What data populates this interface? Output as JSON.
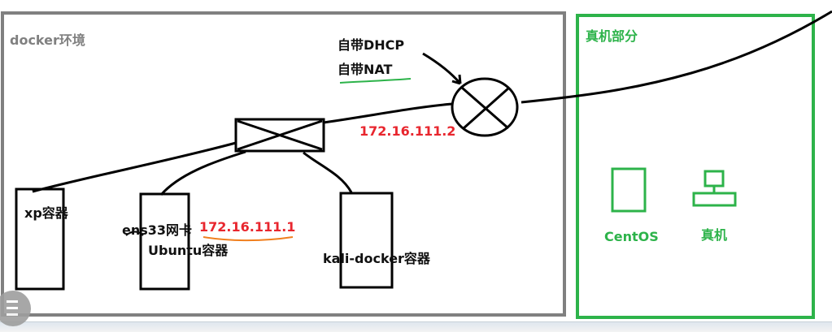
{
  "docker_env": {
    "title": "docker环境",
    "dhcp_label": "自带DHCP",
    "nat_label": "自带NAT",
    "gateway_ip": "172.16.111.2",
    "containers": [
      {
        "label": "xp容器"
      },
      {
        "label": "Ubuntu容器",
        "nic_label": "ens33网卡",
        "ip": "172.16.111.1"
      },
      {
        "label": "kali-docker容器"
      }
    ]
  },
  "host_part": {
    "title": "真机部分",
    "centos_label": "CentOS",
    "host_label": "真机"
  },
  "colors": {
    "docker_box": "#808080",
    "host_box": "#2db34a",
    "ip": "#e8262e",
    "underline_nic": "#f07f1e"
  }
}
